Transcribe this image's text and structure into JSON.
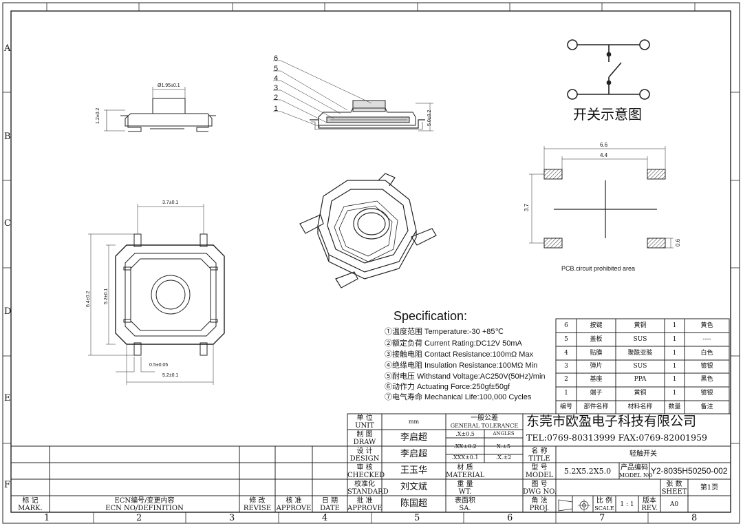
{
  "border": {
    "rows": [
      "A",
      "B",
      "C",
      "D",
      "E",
      "F"
    ],
    "cols": [
      "1",
      "2",
      "3",
      "4",
      "5",
      "6",
      "7",
      "8"
    ]
  },
  "drawing": {
    "side_view": {
      "dim_width": "Ø1.95±0.1",
      "dim_height": "1.2±0.2"
    },
    "section_view": {
      "callouts": [
        "6",
        "5",
        "4",
        "3",
        "2",
        "1"
      ],
      "dim_height": "5.0±0.2"
    },
    "top_view": {
      "dim_top": "3.7±0.1",
      "dim_left": "6.4±0.2",
      "dim_inner": "5.2±0.1",
      "dim_pin": "0.5±0.05",
      "dim_bottom": "5.2±0.1"
    },
    "schematic": {
      "title": "开关示意图"
    },
    "pcb": {
      "dim_outer": "6.6",
      "dim_inner": "4.4",
      "dim_height": "3.7",
      "dim_pad": "0.6",
      "caption": "PCB.circuit prohibited area"
    }
  },
  "specification": {
    "title": "Specification:",
    "items": [
      {
        "num": "①",
        "text": "温度范围 Temperature:-30 +85℃"
      },
      {
        "num": "②",
        "text": "额定负荷 Current Rating:DC12V 50mA"
      },
      {
        "num": "③",
        "text": "接触电阻 Contact Resistance:100mΩ Max"
      },
      {
        "num": "④",
        "text": "绝缘电阻 Insulation Resistance:100MΩ Min"
      },
      {
        "num": "⑤",
        "text": "耐电压  Withstand Voltage:AC250V(50Hz)/min"
      },
      {
        "num": "⑥",
        "text": "动作力 Actuating Force:250gf±50gf"
      },
      {
        "num": "⑦",
        "text": "电气寿命 Mechanical Life:100,000 Cycles"
      }
    ]
  },
  "bom": {
    "rows": [
      {
        "no": "6",
        "part": "按键",
        "material": "黄铜",
        "qty": "1",
        "note": "黄色"
      },
      {
        "no": "5",
        "part": "盖板",
        "material": "SUS",
        "qty": "1",
        "note": "----"
      },
      {
        "no": "4",
        "part": "贴膜",
        "material": "聚酰亚胺",
        "qty": "1",
        "note": "白色"
      },
      {
        "no": "3",
        "part": "弹片",
        "material": "SUS",
        "qty": "1",
        "note": "镀银"
      },
      {
        "no": "2",
        "part": "基座",
        "material": "PPA",
        "qty": "1",
        "note": "黑色"
      },
      {
        "no": "1",
        "part": "端子",
        "material": "黄铜",
        "qty": "1",
        "note": "镀银"
      }
    ],
    "header": {
      "no": "编号",
      "part": "部件名称",
      "material": "材料名称",
      "qty": "数量",
      "note": "备注"
    }
  },
  "title_block": {
    "company": "东莞市欧盈电子科技有限公司",
    "contact": "TEL:0769-80313999  FAX:0769-82001959",
    "unit_cn": "单  位",
    "unit_en": "UNIT",
    "unit_val": "mm",
    "tol_cn": "一般公差",
    "tol_en": "GENERAL TOLERANCE",
    "tol_rows": [
      {
        "l": ".X±0.5",
        "r": "ANGLES"
      },
      {
        "l": ".XX±0.2",
        "r": "X.±5"
      },
      {
        "l": ".XXX±0.1",
        "r": ".X.±2"
      }
    ],
    "draw_cn": "制  图",
    "draw_en": "DRAW",
    "draw_val": "李启超",
    "design_cn": "设  计",
    "design_en": "DESIGN",
    "design_val": "李启超",
    "checked_cn": "审  核",
    "checked_en": "CHECKED",
    "checked_val": "王玉华",
    "standard_cn": "校准化",
    "standard_en": "STANDARD",
    "standard_val": "刘文斌",
    "approve_cn": "批  准",
    "approve_en": "APPROVE",
    "approve_val": "陈国超",
    "material_cn": "材  质",
    "material_en": "MATERIAL",
    "weight_cn": "重  量",
    "weight_en": "WT.",
    "surface_cn": "表面积",
    "surface_en": "SA.",
    "title_cn": "名  称",
    "title_en": "TITLE",
    "title_val": "轻触开关",
    "model_cn": "型  号",
    "model_en": "MODEL",
    "model_val": "5.2X5.2X5.0",
    "model_no_cn": "产品编码",
    "model_no_en": "MODEL NO",
    "model_no_val": "Y2-8035H50250-002",
    "dwg_cn": "图  号",
    "dwg_en": "DWG NO.",
    "sheet_cn": "张  数",
    "sheet_en": "SHEET",
    "sheet_val": "第1页",
    "proj_cn": "角  法",
    "proj_en": "PROJ.",
    "scale_cn": "比 例",
    "scale_en": "SCALE",
    "scale_val": "1 : 1",
    "rev_cn": "版本",
    "rev_en": "REV.",
    "rev_val": "A0"
  },
  "revision": {
    "mark_cn": "标  记",
    "mark_en": "MARK.",
    "ecn_cn": "ECN编号/变更内容",
    "ecn_en": "ECN NO/DEFINITION",
    "revise_cn": "修  改",
    "revise_en": "REVISE",
    "approve_cn": "核  准",
    "approve_en": "APPROVE",
    "date_cn": "日  期",
    "date_en": "DATE"
  }
}
